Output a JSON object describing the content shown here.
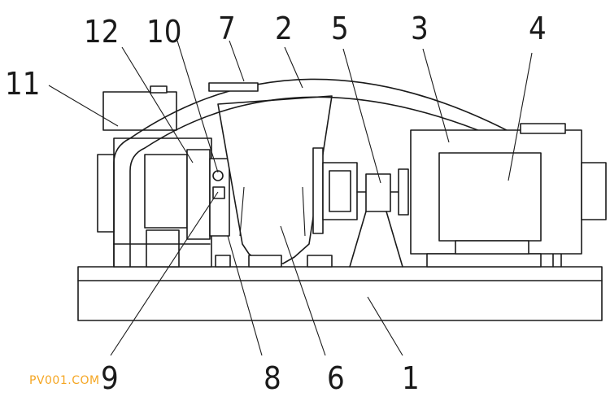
{
  "labels": {
    "n1": "1",
    "n2": "2",
    "n3": "3",
    "n4": "4",
    "n5": "5",
    "n6": "6",
    "n7": "7",
    "n8": "8",
    "n9": "9",
    "n10": "10",
    "n11": "11",
    "n12": "12"
  },
  "watermark": "PV001.COM"
}
